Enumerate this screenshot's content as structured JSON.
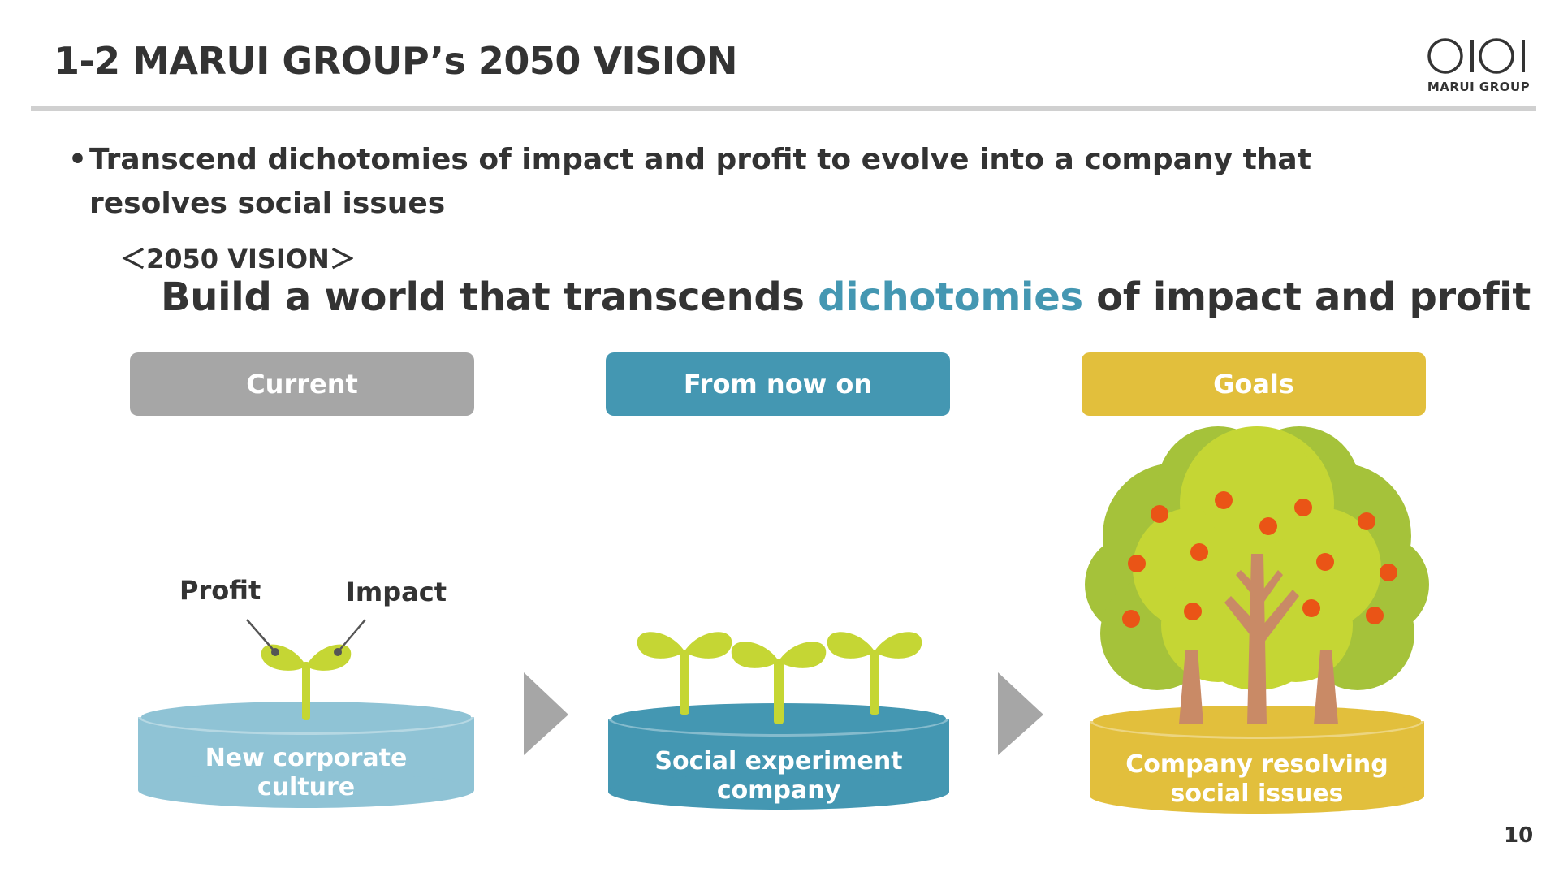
{
  "header": {
    "title": "1-2 MARUI GROUP’s 2050 VISION",
    "logo_mark": "OIOI",
    "logo_text": "MARUI GROUP"
  },
  "bullet": {
    "marker": "•",
    "text": "Transcend dichotomies of impact and profit to evolve into a company that resolves social issues"
  },
  "vision": {
    "label": "＜2050 VISION＞",
    "headline_before": "Build a world that transcends ",
    "headline_highlight": "dichotomies",
    "headline_after": " of impact and profit"
  },
  "stages": [
    {
      "title": "Current",
      "base_line1": "New corporate",
      "base_line2": "culture",
      "color": "#a6a6a6",
      "base_color": "#8fc3d5"
    },
    {
      "title": "From now on",
      "base_line1": "Social experiment",
      "base_line2": "company",
      "color": "#4497b2",
      "base_color": "#4497b2"
    },
    {
      "title": "Goals",
      "base_line1": "Company resolving",
      "base_line2": "social issues",
      "color": "#e2bf3c",
      "base_color": "#e2bf3c"
    }
  ],
  "sprout_labels": {
    "left": "Profit",
    "right": "Impact"
  },
  "colors": {
    "highlight": "#4497b2",
    "sprout": "#c5d634",
    "arrow": "#a6a6a6",
    "trunk": "#c98a66",
    "leaves_dark": "#a5c23a",
    "leaves_light": "#c5d634",
    "fruit": "#ea5416"
  },
  "page_number": "10"
}
